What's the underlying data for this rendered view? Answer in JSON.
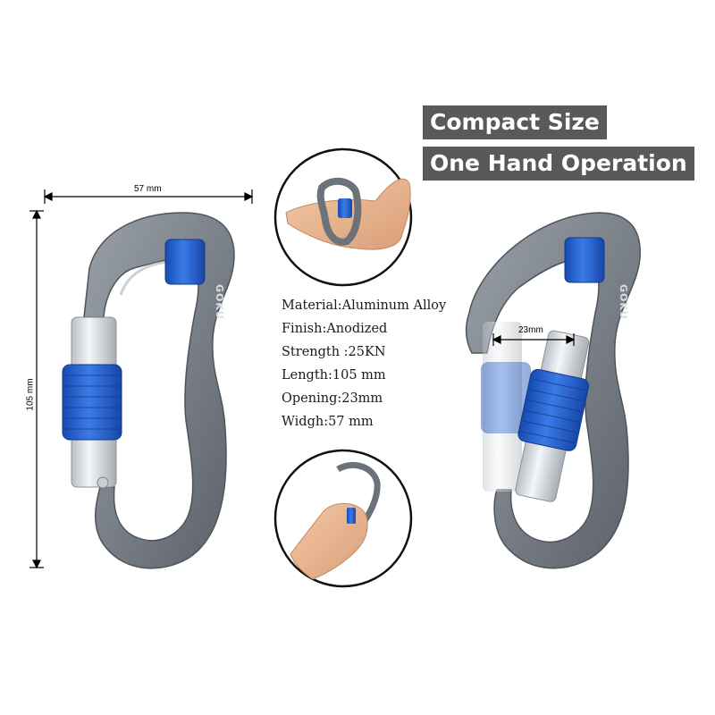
{
  "headlines": {
    "compact": "Compact Size",
    "one_hand": "One Hand Operation"
  },
  "brand": "GOKU",
  "dimensions": {
    "width": "57 mm",
    "length": "105 mm",
    "opening": "23mm"
  },
  "specs": [
    "Material:Aluminum Alloy",
    "Finish:Anodized",
    "Strength :25KN",
    "Length:105 mm",
    "Opening:23mm",
    "Widgh:57 mm"
  ],
  "colors": {
    "body_gray": "#8a9098",
    "body_dark": "#5f656d",
    "lock_blue": "#1f5fd0",
    "gate_silver": "#d8dde2",
    "headline_bg": "#595959"
  }
}
